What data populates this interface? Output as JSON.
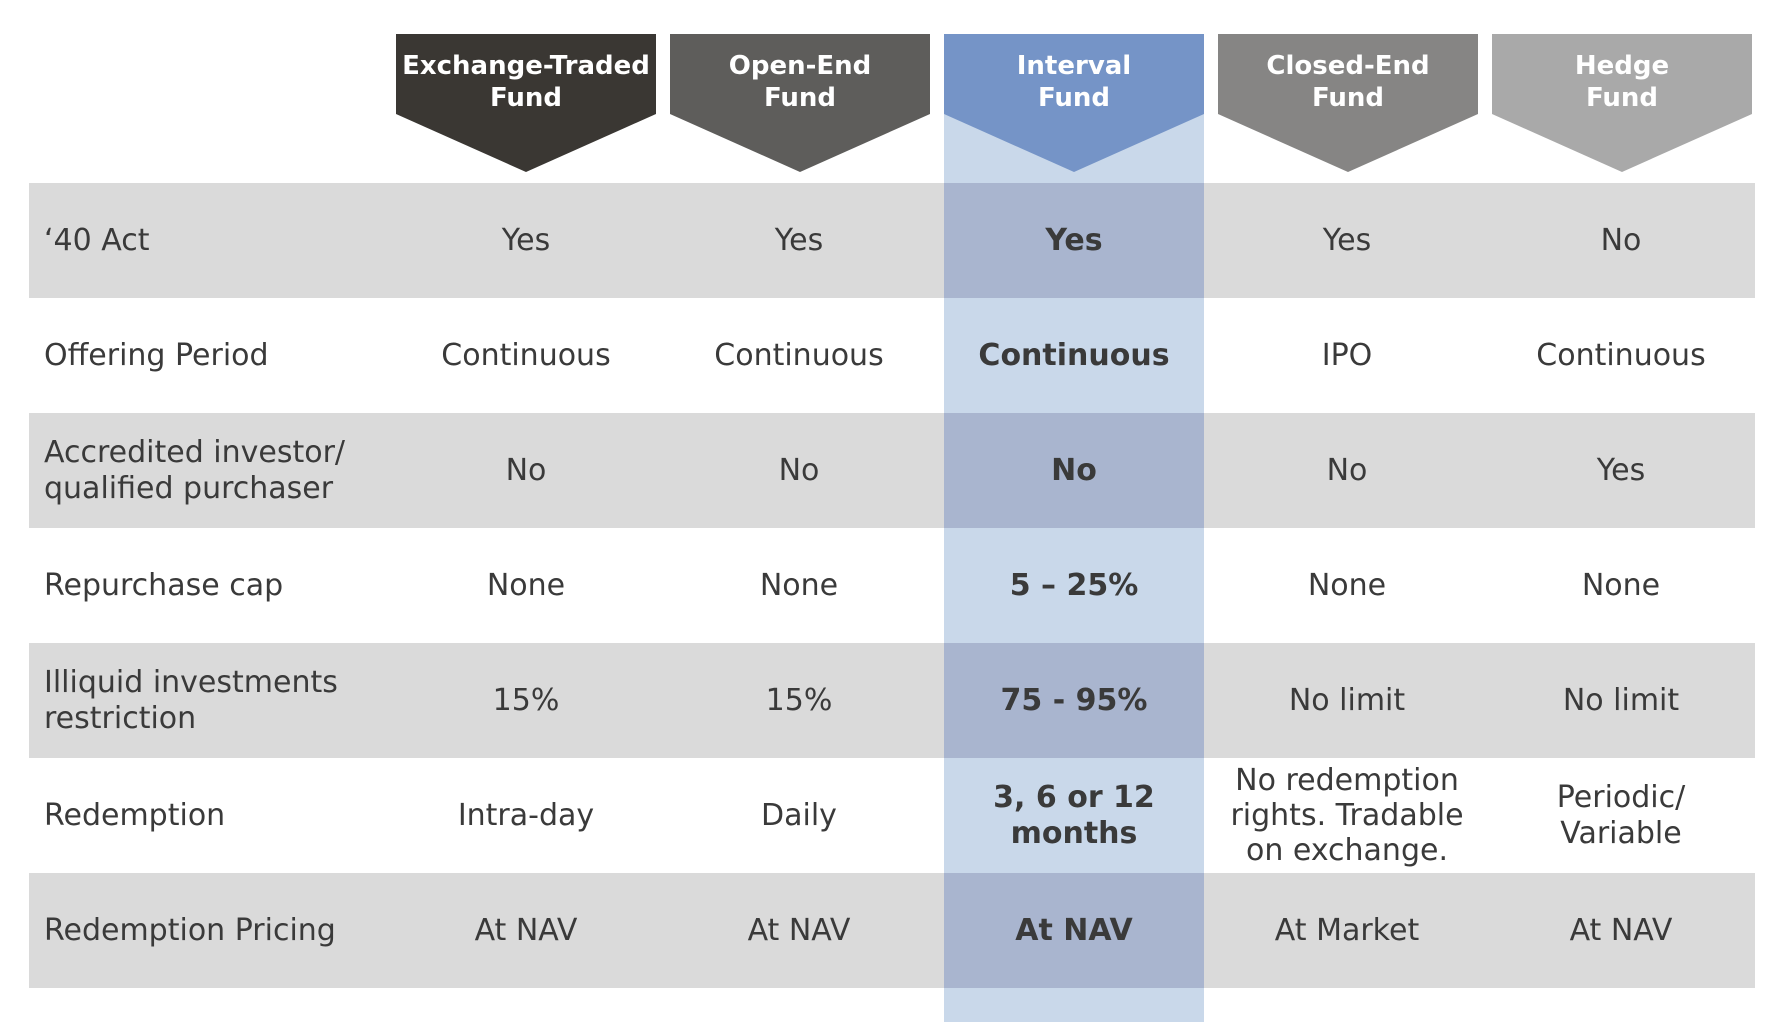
{
  "columns": [
    {
      "label": "Exchange-Traded\nFund",
      "color": "#3a3733"
    },
    {
      "label": "Open-End\nFund",
      "color": "#5e5d5b"
    },
    {
      "label": "Interval\nFund",
      "color": "#7594c7"
    },
    {
      "label": "Closed-End\nFund",
      "color": "#868584"
    },
    {
      "label": "Hedge\nFund",
      "color": "#a9a9a9"
    }
  ],
  "highlight": {
    "column_index": 2,
    "band_color": "#c9d8ea",
    "shaded_color": "#a9b5cf"
  },
  "rows": [
    {
      "label": "‘40 Act",
      "values": [
        "Yes",
        "Yes",
        "Yes",
        "Yes",
        "No"
      ]
    },
    {
      "label": "Offering Period",
      "values": [
        "Continuous",
        "Continuous",
        "Continuous",
        "IPO",
        "Continuous"
      ]
    },
    {
      "label": "Accredited investor/\nqualified purchaser",
      "values": [
        "No",
        "No",
        "No",
        "No",
        "Yes"
      ]
    },
    {
      "label": "Repurchase cap",
      "values": [
        "None",
        "None",
        "5 – 25%",
        "None",
        "None"
      ]
    },
    {
      "label": "Illiquid investments\nrestriction",
      "values": [
        "15%",
        "15%",
        "75 - 95%",
        "No limit",
        "No limit"
      ]
    },
    {
      "label": "Redemption",
      "values": [
        "Intra-day",
        "Daily",
        "3, 6 or 12\nmonths",
        "No redemption\nrights. Tradable\non exchange.",
        "Periodic/\nVariable"
      ]
    },
    {
      "label": "Redemption Pricing",
      "values": [
        "At NAV",
        "At NAV",
        "At NAV",
        "At Market",
        "At NAV"
      ]
    }
  ]
}
